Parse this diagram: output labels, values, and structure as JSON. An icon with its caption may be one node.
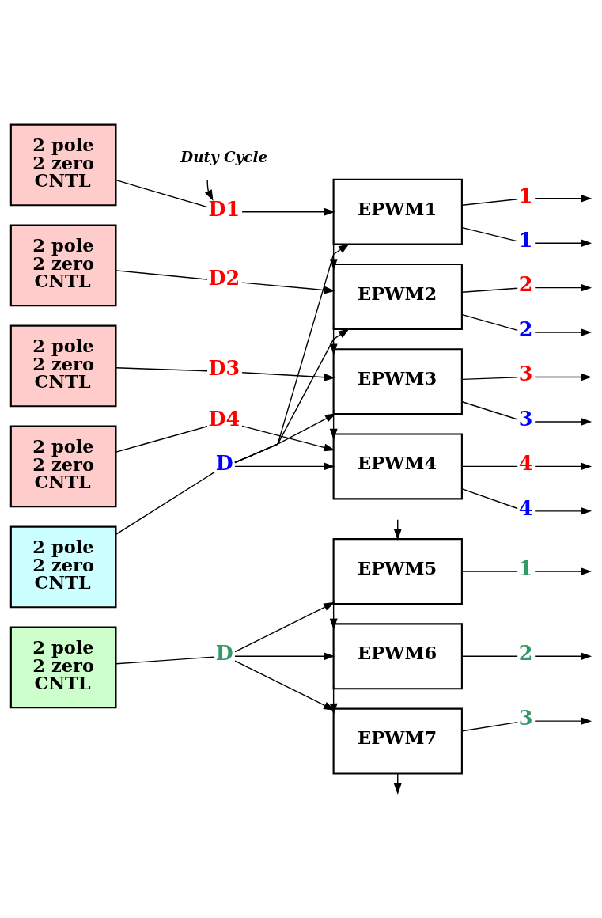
{
  "diagram": {
    "nodes": [
      {
        "text": [
          "Duty Cycle"
        ]
      },
      {
        "text": [
          "2 pole 2 zero CNTL"
        ]
      },
      {
        "text": [
          "D1"
        ]
      },
      {
        "text": [
          "EPWM1"
        ]
      },
      {
        "text": [
          "1"
        ]
      },
      {
        "text": [
          "1"
        ]
      },
      {
        "text": [
          "2 pole 2 zero CNTL"
        ]
      },
      {
        "text": [
          "D2"
        ]
      },
      {
        "text": [
          "EPWM2"
        ]
      },
      {
        "text": [
          "2"
        ]
      },
      {
        "text": [
          "2"
        ]
      },
      {
        "text": [
          "2 pole 2 zero CNTL"
        ]
      },
      {
        "text": [
          "D3"
        ]
      },
      {
        "text": [
          "EPWM3"
        ]
      },
      {
        "text": [
          "3"
        ]
      },
      {
        "text": [
          "3"
        ]
      },
      {
        "text": [
          "2 pole 2 zero CNTL"
        ]
      },
      {
        "text": [
          "D4"
        ]
      },
      {
        "text": [
          "EPWM4"
        ]
      },
      {
        "text": [
          "4"
        ]
      },
      {
        "text": [
          "4"
        ]
      },
      {
        "text": [
          "2 pole 2 zero CNTL"
        ]
      },
      {
        "text": [
          "D"
        ]
      },
      {
        "text": [
          "EPWM5"
        ]
      },
      {
        "text": [
          "1"
        ]
      },
      {
        "text": [
          "2 pole 2 zero CNTL"
        ]
      },
      {
        "text": [
          "D"
        ]
      },
      {
        "text": [
          "EPWM6"
        ]
      },
      {
        "text": [
          "2"
        ]
      },
      {
        "text": [
          "EPWM7"
        ]
      },
      {
        "text": [
          "3"
        ]
      }
    ],
    "edges": [
      {
        "from": 0,
        "to": 2,
        "arrow": "to"
      },
      {
        "from": 1,
        "to": 2,
        "arrow": "none"
      },
      {
        "from": 2,
        "to": 3,
        "arrow": "to"
      },
      {
        "from": 6,
        "to": 7,
        "arrow": "none"
      },
      {
        "from": 7,
        "to": 8,
        "arrow": "to"
      },
      {
        "from": 11,
        "to": 12,
        "arrow": "none"
      },
      {
        "from": 12,
        "to": 13,
        "arrow": "to"
      },
      {
        "from": 16,
        "to": 17,
        "arrow": "none"
      },
      {
        "from": 17,
        "to": 18,
        "arrow": "to"
      },
      {
        "from": 21,
        "to": 22,
        "arrow": "none"
      },
      {
        "from": 22,
        "to": 3,
        "arrow": "to"
      },
      {
        "from": 22,
        "to": 8,
        "arrow": "to"
      },
      {
        "from": 22,
        "to": 13,
        "arrow": "to"
      },
      {
        "from": 22,
        "to": 18,
        "arrow": "to"
      },
      {
        "from": 25,
        "to": 26,
        "arrow": "none"
      },
      {
        "from": 26,
        "to": 23,
        "arrow": "to"
      },
      {
        "from": 26,
        "to": 27,
        "arrow": "to"
      },
      {
        "from": 26,
        "to": 29,
        "arrow": "to"
      },
      {
        "from": 3,
        "to": 8,
        "arrow": "to"
      },
      {
        "from": 8,
        "to": 13,
        "arrow": "to"
      },
      {
        "from": 13,
        "to": 18,
        "arrow": "to"
      },
      {
        "from": null,
        "to": 23,
        "arrow": "to"
      },
      {
        "from": 23,
        "to": 27,
        "arrow": "to"
      },
      {
        "from": 27,
        "to": 29,
        "arrow": "to"
      },
      {
        "from": 29,
        "to": null,
        "arrow": "to"
      },
      {
        "from": 3,
        "to": 4,
        "arrow": "none"
      },
      {
        "from": 3,
        "to": 5,
        "arrow": "none"
      },
      {
        "from": 8,
        "to": 9,
        "arrow": "none"
      },
      {
        "from": 8,
        "to": 10,
        "arrow": "none"
      },
      {
        "from": 13,
        "to": 14,
        "arrow": "none"
      },
      {
        "from": 13,
        "to": 15,
        "arrow": "none"
      },
      {
        "from": 18,
        "to": 19,
        "arrow": "none"
      },
      {
        "from": 18,
        "to": 20,
        "arrow": "none"
      },
      {
        "from": 23,
        "to": 24,
        "arrow": "none"
      },
      {
        "from": 27,
        "to": 28,
        "arrow": "none"
      },
      {
        "from": 29,
        "to": 30,
        "arrow": "none"
      },
      {
        "from": 4,
        "to": null,
        "arrow": "to"
      },
      {
        "from": 5,
        "to": null,
        "arrow": "to"
      },
      {
        "from": 9,
        "to": null,
        "arrow": "to"
      },
      {
        "from": 10,
        "to": null,
        "arrow": "to"
      },
      {
        "from": 14,
        "to": null,
        "arrow": "to"
      },
      {
        "from": 15,
        "to": null,
        "arrow": "to"
      },
      {
        "from": 19,
        "to": null,
        "arrow": "to"
      },
      {
        "from": 20,
        "to": null,
        "arrow": "to"
      },
      {
        "from": 24,
        "to": null,
        "arrow": "to"
      },
      {
        "from": 28,
        "to": null,
        "arrow": "to"
      },
      {
        "from": 30,
        "to": null,
        "arrow": "to"
      }
    ]
  }
}
